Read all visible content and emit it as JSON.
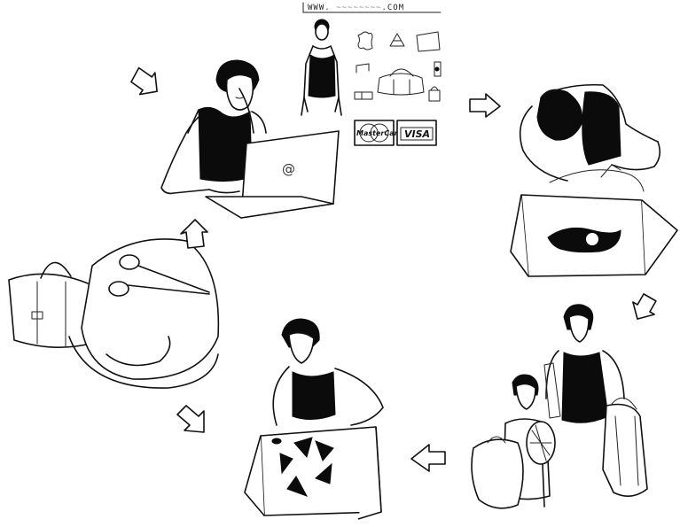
{
  "shop_panel": {
    "url": "WWW. ",
    "url_suffix": ".COM",
    "payment_cards": [
      "MasterCard",
      "VISA"
    ]
  },
  "laptop": {
    "screen_symbol": "@"
  },
  "steps": [
    {
      "name": "order-online-step",
      "icon": "laptop-icon"
    },
    {
      "name": "packing-step",
      "icon": "shipping-box-icon"
    },
    {
      "name": "using-bag-step",
      "icon": "bag-icon"
    },
    {
      "name": "recycling-step",
      "icon": "recycle-icon"
    },
    {
      "name": "remaking-bag-step",
      "icon": "scissors-icon"
    }
  ],
  "colors": {
    "ink": "#111111",
    "background": "#ffffff"
  }
}
